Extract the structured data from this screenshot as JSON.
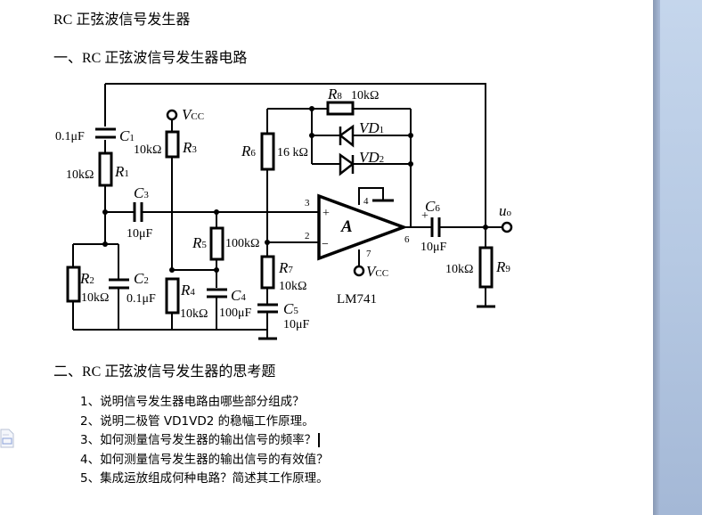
{
  "document": {
    "title": "RC 正弦波信号发生器",
    "section1_heading": "一、RC 正弦波信号发生器电路",
    "section2_heading": "二、RC 正弦波信号发生器的思考题",
    "questions": [
      "1、说明信号发生器电路由哪些部分组成？",
      "2、说明二极管 VD1VD2 的稳幅工作原理。",
      "3、如何测量信号发生器的输出信号的频率？",
      "4、如何测量信号发生器的输出信号的有效值？",
      "5、集成运放组成何种电路？简述其工作原理。"
    ]
  },
  "circuit": {
    "components": {
      "C1": {
        "name": "C",
        "sub": "1",
        "value": "0.1μF"
      },
      "R1": {
        "name": "R",
        "sub": "1",
        "value": "10kΩ"
      },
      "C3": {
        "name": "C",
        "sub": "3",
        "value": "10μF"
      },
      "R2": {
        "name": "R",
        "sub": "2",
        "value": "10kΩ"
      },
      "C2": {
        "name": "C",
        "sub": "2",
        "value": "0.1μF"
      },
      "R3": {
        "name": "R",
        "sub": "3",
        "value": "10kΩ"
      },
      "R4": {
        "name": "R",
        "sub": "4",
        "value": "10kΩ"
      },
      "R5": {
        "name": "R",
        "sub": "5",
        "value": "100kΩ"
      },
      "C4": {
        "name": "C",
        "sub": "4",
        "value": "100μF"
      },
      "R6": {
        "name": "R",
        "sub": "6",
        "value": "16 kΩ"
      },
      "R7": {
        "name": "R",
        "sub": "7",
        "value": "10kΩ"
      },
      "C5": {
        "name": "C",
        "sub": "5",
        "value": "10μF"
      },
      "R8": {
        "name": "R",
        "sub": "8",
        "value": "10kΩ"
      },
      "VD1": {
        "name": "VD",
        "sub": "1"
      },
      "VD2": {
        "name": "VD",
        "sub": "2"
      },
      "C6": {
        "name": "C",
        "sub": "6",
        "value": "10μF"
      },
      "R9": {
        "name": "R",
        "sub": "9",
        "value": "10kΩ"
      }
    },
    "opamp": {
      "symbol": "A",
      "model": "LM741",
      "plus": "+",
      "minus": "−",
      "pins": {
        "p2": "2",
        "p3": "3",
        "p4": "4",
        "p6": "6",
        "p7": "7"
      }
    },
    "vcc": {
      "name": "V",
      "sub": "CC"
    },
    "output": {
      "name": "u",
      "sub": "o"
    },
    "c6_polarity": "+"
  }
}
